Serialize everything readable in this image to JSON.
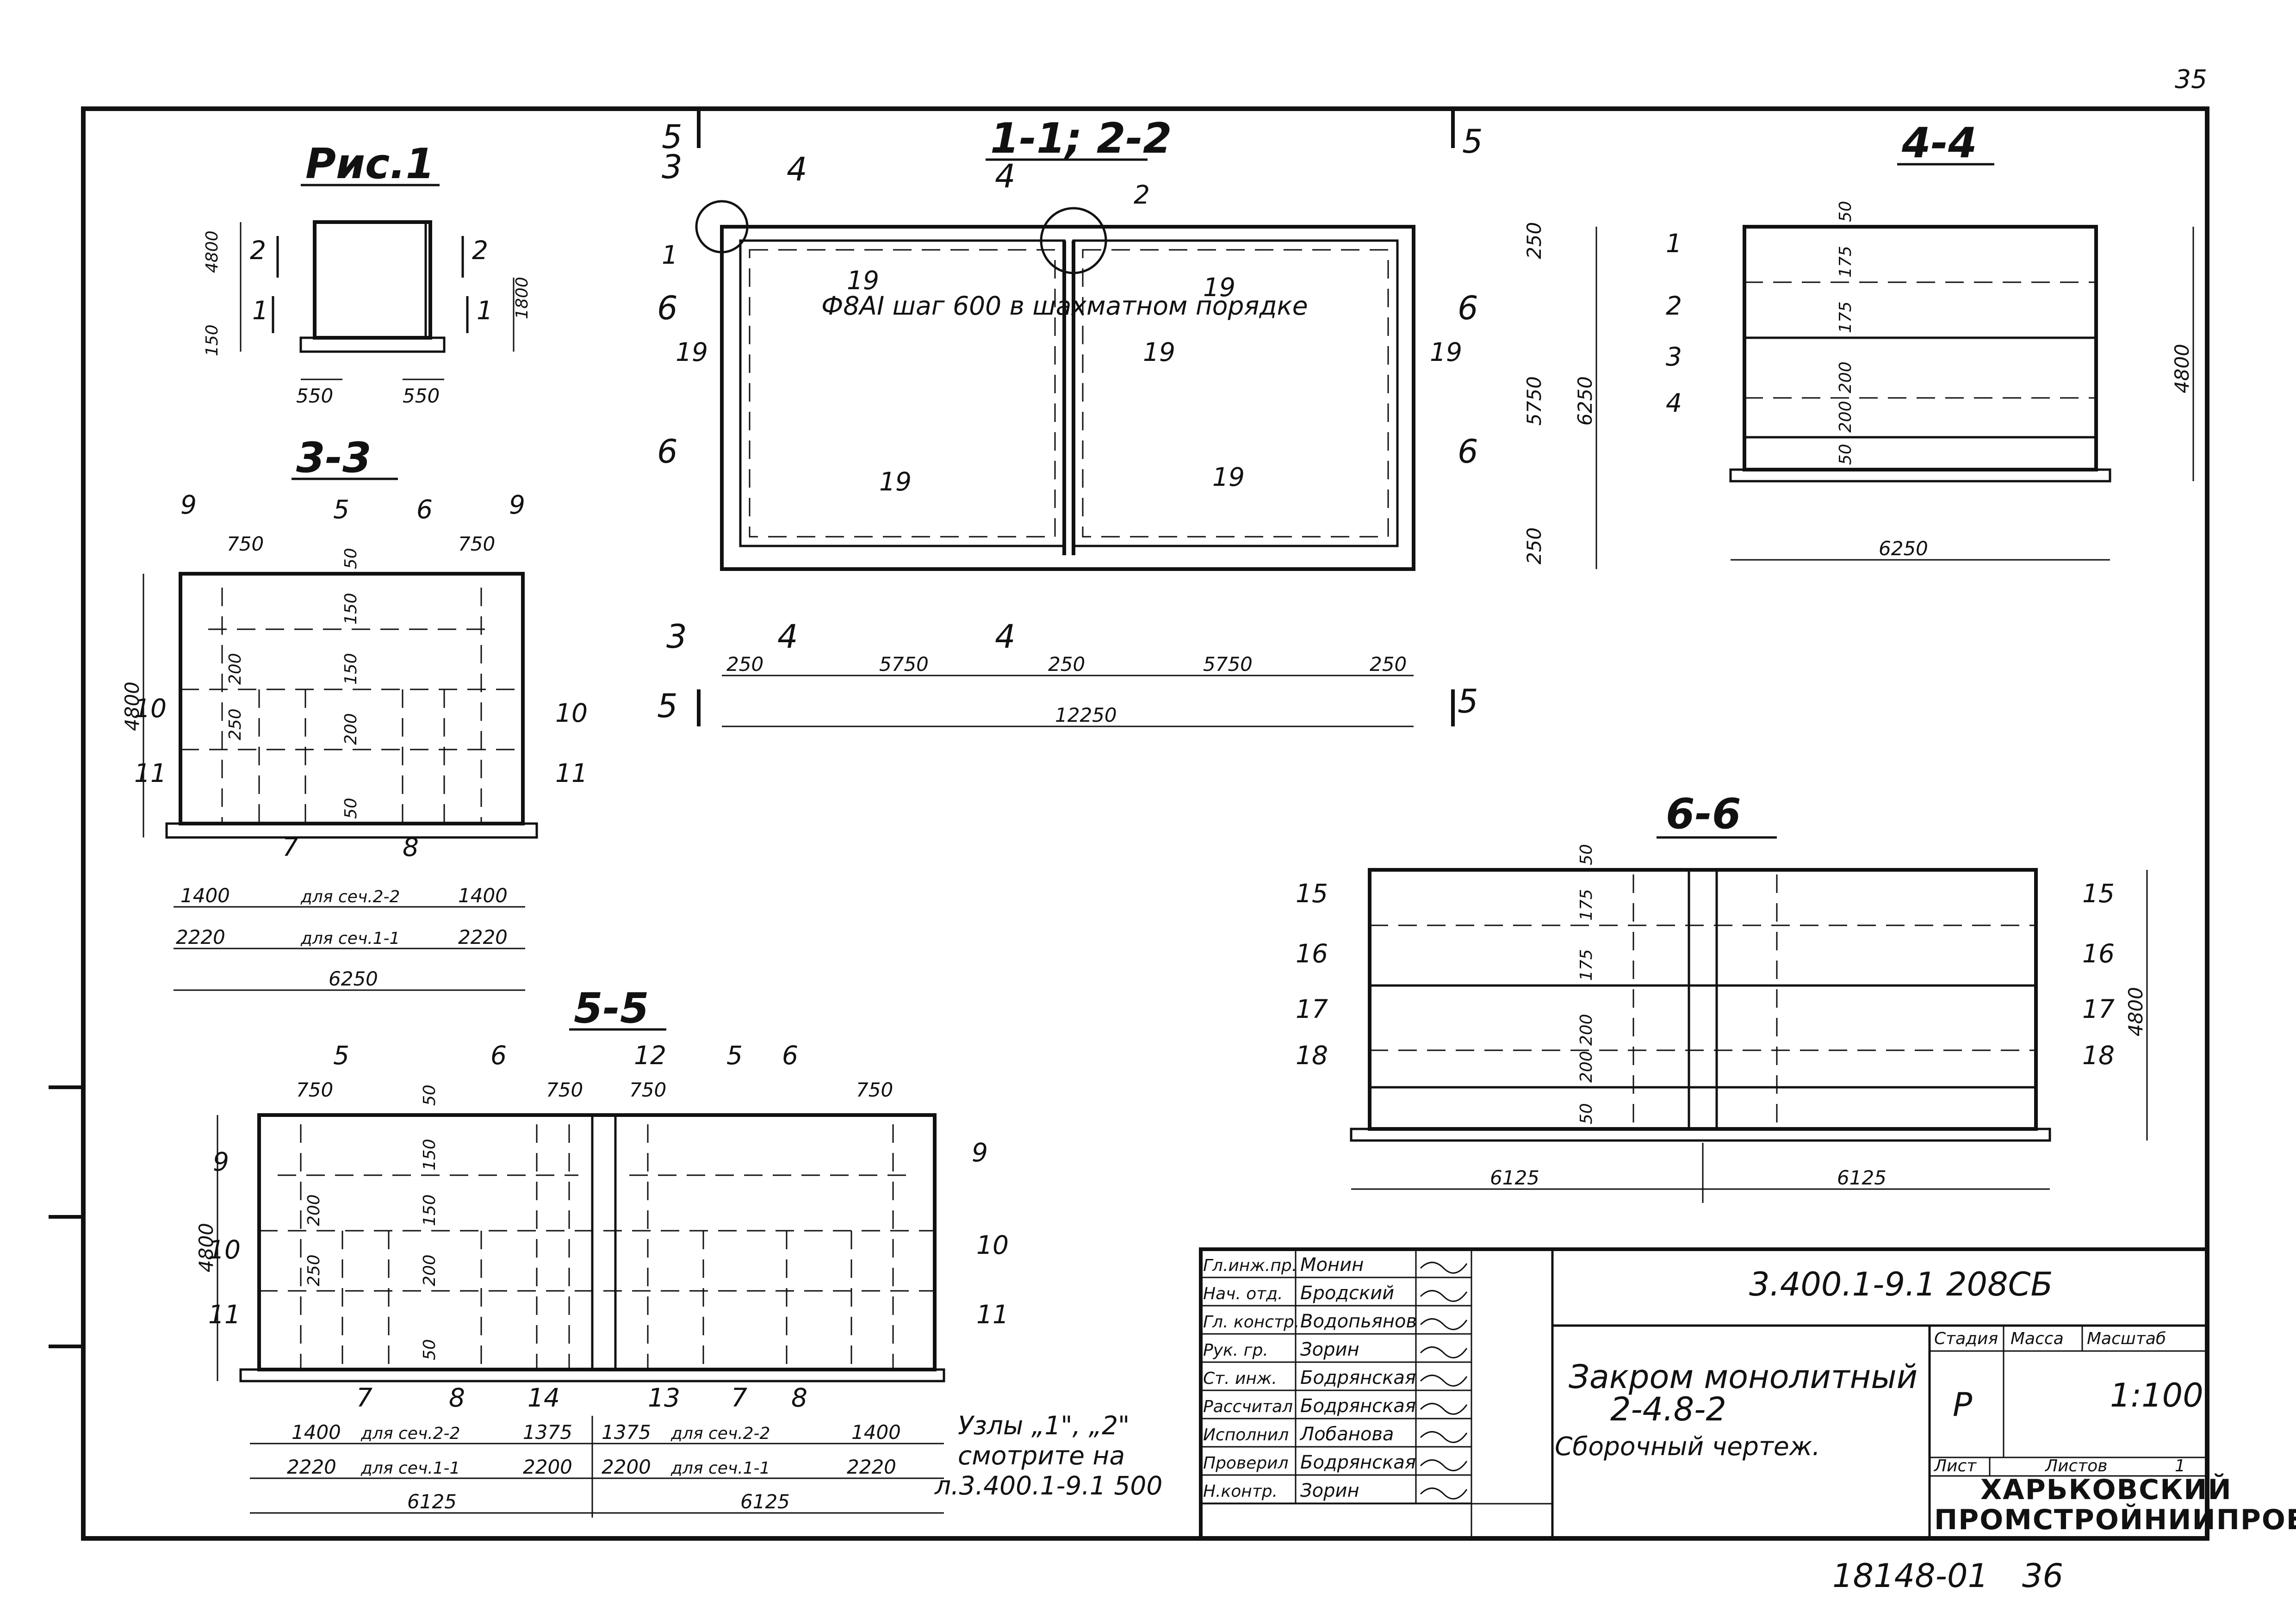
{
  "sheet": {
    "page_no": "35",
    "footer_no": "18148-01",
    "footer_sheet": "36"
  },
  "fig1": {
    "title": "Рис.1",
    "h_total": "4800",
    "h_low": "1800",
    "h_base": "150",
    "w_left": "550",
    "w_right": "550",
    "cut2a": "2",
    "cut2b": "2",
    "cut1a": "1",
    "cut1b": "1"
  },
  "plan": {
    "title": "1-1; 2-2",
    "note": "Ф8АI шаг 600 в шахматном порядке",
    "cut5": "5",
    "cut3": "3",
    "cut4": "4",
    "cut6": "6",
    "mark1": "1",
    "mark2": "2",
    "mark19": "19",
    "d250": "250",
    "d5750": "5750",
    "d12250": "12250",
    "d6250": "6250"
  },
  "s33": {
    "title": "3-3",
    "m5": "5",
    "m6": "6",
    "m7": "7",
    "m8": "8",
    "m9": "9",
    "m10": "10",
    "m11": "11",
    "d750": "750",
    "d50": "50",
    "d150": "150",
    "d200": "200",
    "d250": "250",
    "d1400": "1400",
    "d2220": "2220",
    "d6250": "6250",
    "d4800": "4800",
    "for_cut22": "для сеч.2-2",
    "for_cut11": "для сеч.1-1"
  },
  "s44": {
    "title": "4-4",
    "m1": "1",
    "m2": "2",
    "m3": "3",
    "m4": "4",
    "d50": "50",
    "d175": "175",
    "d200": "200",
    "d4800": "4800",
    "d6250": "6250"
  },
  "s55": {
    "title": "5-5",
    "m5": "5",
    "m6": "6",
    "m7": "7",
    "m8": "8",
    "m9": "9",
    "m10": "10",
    "m11": "11",
    "m12": "12",
    "m13": "13",
    "m14": "14",
    "d750": "750",
    "d50": "50",
    "d150": "150",
    "d200": "200",
    "d250": "250",
    "d1400": "1400",
    "d1375": "1375",
    "d2220": "2220",
    "d2200": "2200",
    "d6125": "6125",
    "d4800": "4800",
    "for_cut22": "для сеч.2-2",
    "for_cut11": "для сеч.1-1"
  },
  "s66": {
    "title": "6-6",
    "m15": "15",
    "m16": "16",
    "m17": "17",
    "m18": "18",
    "d50": "50",
    "d175": "175",
    "d200": "200",
    "d4800": "4800",
    "d6125": "6125"
  },
  "nodes_note": {
    "line1": "Узлы „1\", „2\"",
    "line2": "смотрите на",
    "line3": "л.3.400.1-9.1 500"
  },
  "stamp": {
    "code": "3.400.1-9.1 208СБ",
    "title1": "Закром монолитный",
    "title2": "2-4.8-2",
    "title3": "Сборочный чертеж.",
    "col_stage": "Стадия",
    "col_mass": "Масса",
    "col_scale": "Масштаб",
    "stage": "Р",
    "scale": "1:100",
    "sheet_lbl": "Лист",
    "sheets_lbl": "Листов",
    "sheets": "1",
    "org1": "ХАРЬКОВСКИЙ",
    "org2": "ПРОМСТРОЙНИИПРОЕКТ",
    "people": [
      {
        "role": "Гл.инж.пр.",
        "name": "Монин"
      },
      {
        "role": "Нач. отд.",
        "name": "Бродский"
      },
      {
        "role": "Гл. констр.",
        "name": "Водопьянов"
      },
      {
        "role": "Рук. гр.",
        "name": "Зорин"
      },
      {
        "role": "Ст. инж.",
        "name": "Бодрянская"
      },
      {
        "role": "Рассчитал",
        "name": "Бодрянская"
      },
      {
        "role": "Исполнил",
        "name": "Лобанова"
      },
      {
        "role": "Проверил",
        "name": "Бодрянская"
      },
      {
        "role": "Н.контр.",
        "name": "Зорин"
      }
    ]
  }
}
